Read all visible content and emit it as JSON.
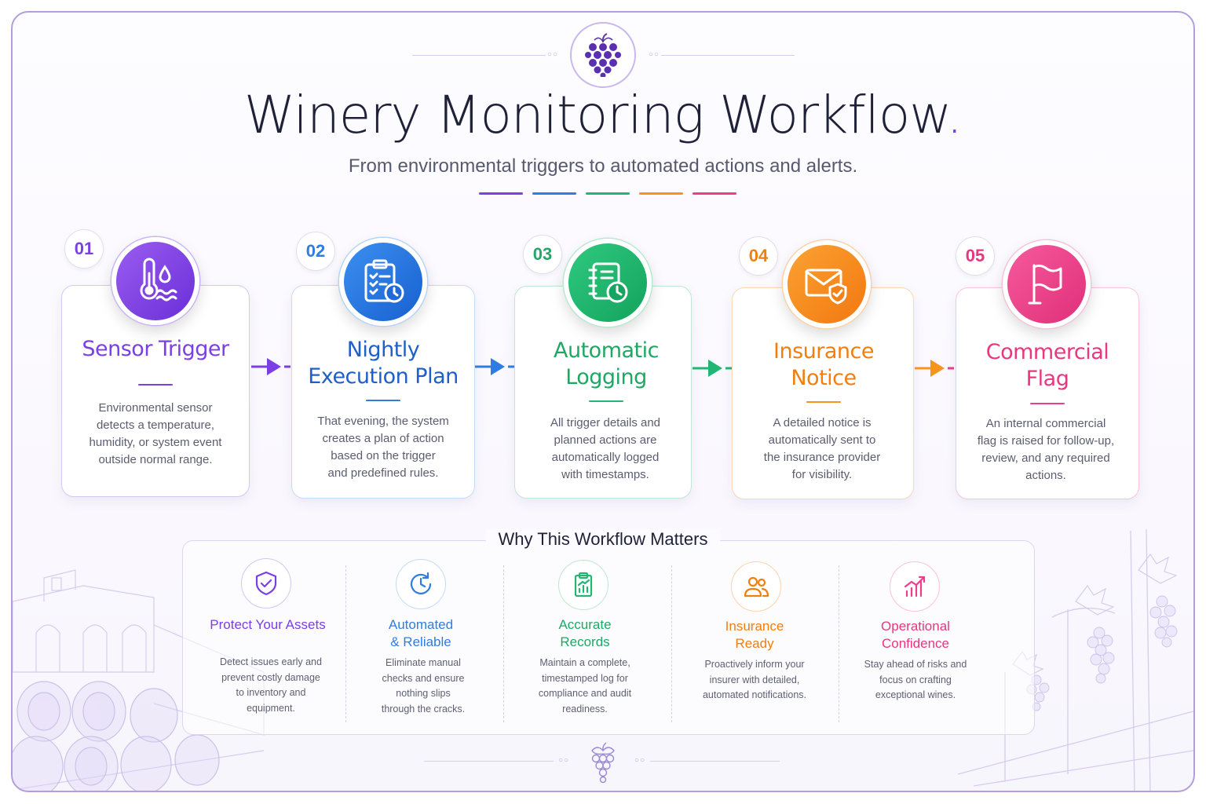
{
  "header": {
    "title": "Winery Monitoring Workflow",
    "title_dot": ".",
    "subtitle": "From environmental triggers to automated actions and alerts.",
    "accent_colors": [
      "#7b3fe4",
      "#2f7de1",
      "#22b573",
      "#f7941d",
      "#ec3e8a"
    ]
  },
  "steps": [
    {
      "number": "01",
      "title_line1": "Sensor Trigger",
      "title_line2": "",
      "desc": [
        "Environmental sensor",
        "detects a temperature,",
        "humidity, or system event",
        "outside normal range."
      ],
      "color": "#7b3fe4",
      "icon": "thermometer-humidity-icon"
    },
    {
      "number": "02",
      "title_line1": "Nightly",
      "title_line2": "Execution Plan",
      "desc": [
        "That evening, the system",
        "creates a plan of action",
        "based on the trigger",
        "and predefined rules."
      ],
      "color": "#2f7de1",
      "icon": "clipboard-clock-icon"
    },
    {
      "number": "03",
      "title_line1": "Automatic",
      "title_line2": "Logging",
      "desc": [
        "All trigger details and",
        "planned actions are",
        "automatically logged",
        "with timestamps."
      ],
      "color": "#22b573",
      "icon": "notebook-clock-icon"
    },
    {
      "number": "04",
      "title_line1": "Insurance",
      "title_line2": "Notice",
      "desc": [
        "A detailed notice is",
        "automatically sent to",
        "the insurance provider",
        "for visibility."
      ],
      "color": "#f7941d",
      "icon": "envelope-shield-icon"
    },
    {
      "number": "05",
      "title_line1": "Commercial",
      "title_line2": "Flag",
      "desc": [
        "An internal commercial",
        "flag is raised for follow-up,",
        "review, and any required",
        "actions."
      ],
      "color": "#ec3e8a",
      "icon": "flag-icon"
    }
  ],
  "why": {
    "title": "Why This Workflow Matters",
    "items": [
      {
        "title_line1": "Protect Your Assets",
        "title_line2": "",
        "desc": [
          "Detect issues early and",
          "prevent costly damage",
          "to inventory and",
          "equipment."
        ],
        "color": "#7b3fe4",
        "icon": "shield-check-icon"
      },
      {
        "title_line1": "Automated",
        "title_line2": "& Reliable",
        "desc": [
          "Eliminate manual",
          "checks and ensure",
          "nothing slips",
          "through the cracks."
        ],
        "color": "#2f7de1",
        "icon": "clock-refresh-icon"
      },
      {
        "title_line1": "Accurate",
        "title_line2": "Records",
        "desc": [
          "Maintain a complete,",
          "timestamped log for",
          "compliance and audit",
          "readiness."
        ],
        "color": "#22b573",
        "icon": "clipboard-chart-icon"
      },
      {
        "title_line1": "Insurance",
        "title_line2": "Ready",
        "desc": [
          "Proactively inform your",
          "insurer with detailed,",
          "automated notifications."
        ],
        "color": "#f7941d",
        "icon": "users-icon"
      },
      {
        "title_line1": "Operational",
        "title_line2": "Confidence",
        "desc": [
          "Stay ahead of risks and",
          "focus on crafting",
          "exceptional wines."
        ],
        "color": "#ec3e8a",
        "icon": "growth-chart-icon"
      }
    ]
  }
}
